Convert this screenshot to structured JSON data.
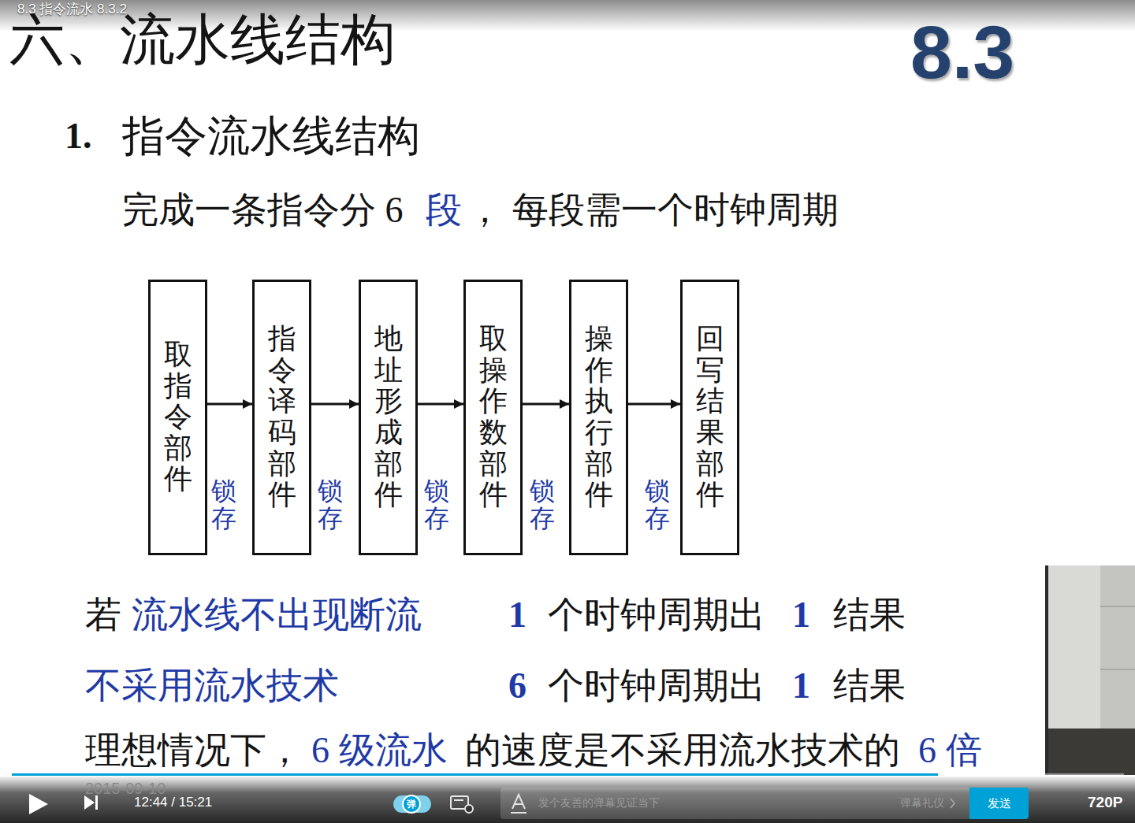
{
  "diagram": {
    "title": "六、流水线结构",
    "nodes": [
      {
        "text": [
          "取指令部件"
        ]
      },
      {
        "text": [
          "指令译码部件"
        ]
      },
      {
        "text": [
          "地址形成部件"
        ]
      },
      {
        "text": [
          "取操作数部件"
        ]
      },
      {
        "text": [
          "操作执行部件"
        ]
      },
      {
        "text": [
          "回写结果部件"
        ]
      },
      {
        "text": [
          "弹"
        ]
      },
      {
        "text": [
          "发个友善的弹幕见证当下",
          "弹幕礼仪"
        ]
      },
      {
        "text": [
          "发送"
        ]
      }
    ],
    "edges": [
      {
        "from": 0,
        "to": 1,
        "arrow": "to"
      },
      {
        "from": 1,
        "to": 2,
        "arrow": "to"
      },
      {
        "from": 2,
        "to": 3,
        "arrow": "to"
      },
      {
        "from": 3,
        "to": 4,
        "arrow": "to"
      },
      {
        "from": 4,
        "to": 5,
        "arrow": "to"
      }
    ],
    "labels": [
      "8.3 指令流水 8.3.2",
      "8.3",
      "1.",
      "指令流水线结构",
      "完成一条指令分 6",
      "段",
      "， 每段需一个时钟周期",
      "锁存",
      "锁存",
      "锁存",
      "锁存",
      "锁存",
      "若",
      "流水线不出现断流",
      "1",
      "个时钟周期出",
      "1",
      "结果",
      "不采用流水技术",
      "6",
      "个时钟周期出",
      "1",
      "结果",
      "理想情况下，",
      "6 级流水",
      "的速度是不采用流水技术的",
      "6 倍",
      "2015-09-10",
      "12:44 / 15:21",
      "720P"
    ]
  }
}
